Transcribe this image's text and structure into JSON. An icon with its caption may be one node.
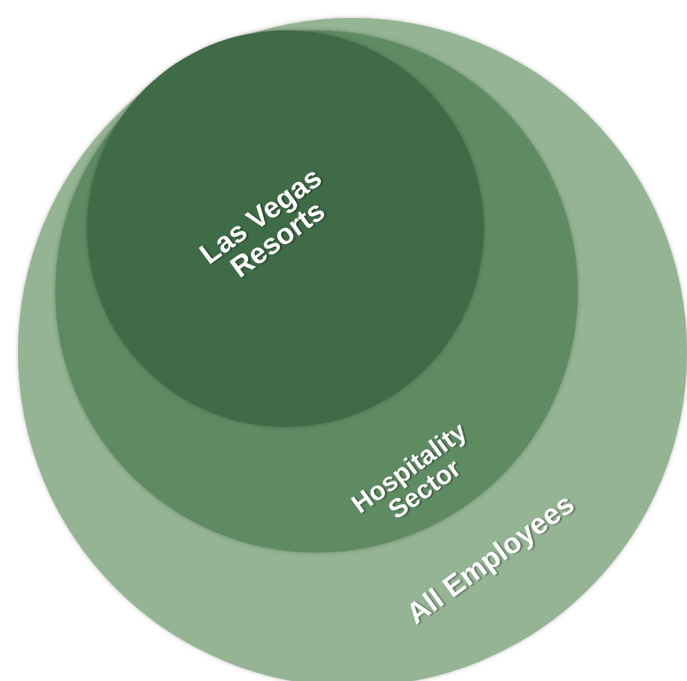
{
  "diagram": {
    "nodes": [
      {
        "text": [
          "All Employees"
        ]
      },
      {
        "text": [
          "Hospitality Sector"
        ],
        "in": 0
      },
      {
        "text": [
          "Las Vegas Resorts"
        ],
        "in": 1
      }
    ]
  }
}
